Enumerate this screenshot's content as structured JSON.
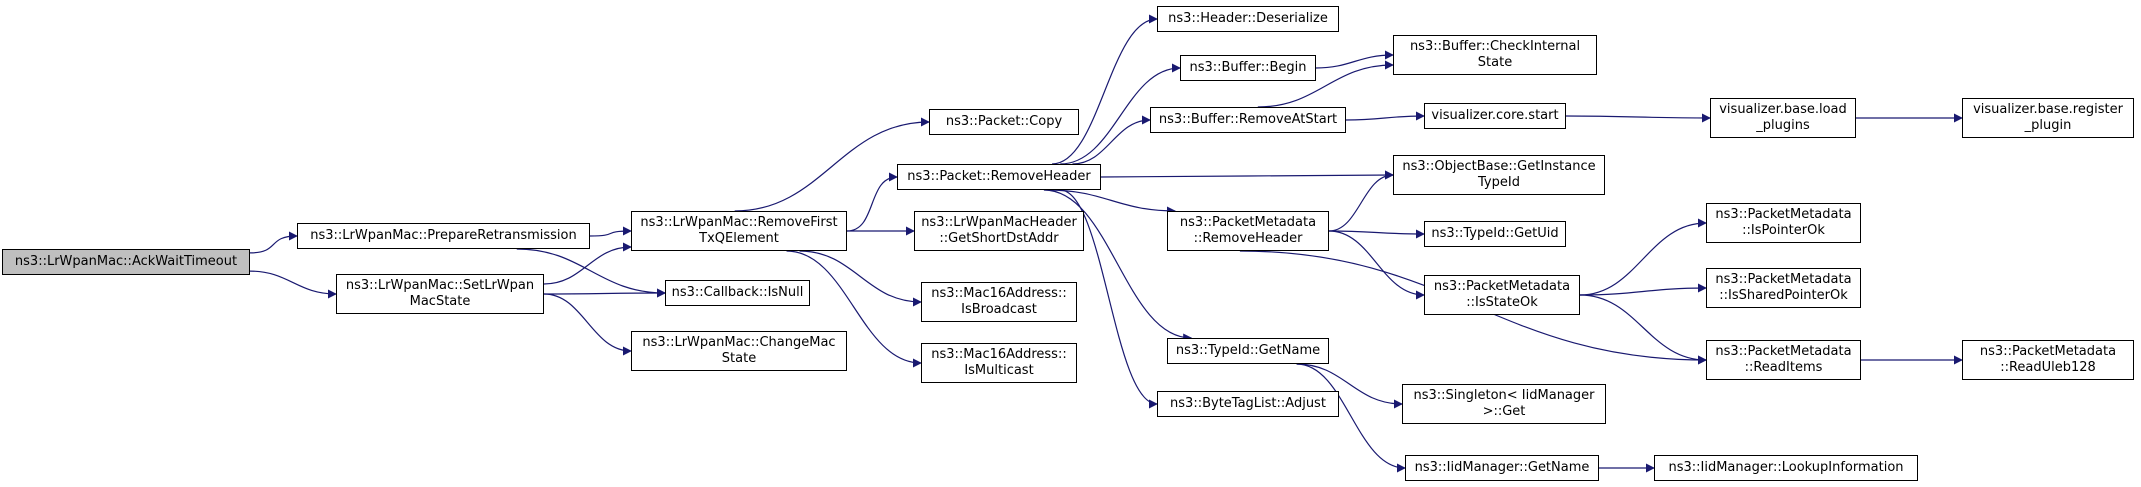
{
  "graph": {
    "edge_color": "#191970",
    "root_fill": "#bfbfbf",
    "node_fill": "#ffffff",
    "nodes": [
      {
        "id": "n0",
        "lines": [
          "ns3::LrWpanMac::AckWaitTimeout"
        ],
        "root": true
      },
      {
        "id": "n1",
        "lines": [
          "ns3::LrWpanMac::PrepareRetransmission"
        ]
      },
      {
        "id": "n2",
        "lines": [
          "ns3::LrWpanMac::SetLrWpan",
          "MacState"
        ]
      },
      {
        "id": "n3",
        "lines": [
          "ns3::LrWpanMac::RemoveFirst",
          "TxQElement"
        ]
      },
      {
        "id": "n4",
        "lines": [
          "ns3::Callback::IsNull"
        ]
      },
      {
        "id": "n5",
        "lines": [
          "ns3::LrWpanMac::ChangeMac",
          "State"
        ]
      },
      {
        "id": "n6",
        "lines": [
          "ns3::Packet::Copy"
        ]
      },
      {
        "id": "n7",
        "lines": [
          "ns3::Packet::RemoveHeader"
        ]
      },
      {
        "id": "n8",
        "lines": [
          "ns3::LrWpanMacHeader",
          "::GetShortDstAddr"
        ]
      },
      {
        "id": "n9",
        "lines": [
          "ns3::Mac16Address::",
          "IsBroadcast"
        ]
      },
      {
        "id": "n10",
        "lines": [
          "ns3::Mac16Address::",
          "IsMulticast"
        ]
      },
      {
        "id": "n11",
        "lines": [
          "ns3::Header::Deserialize"
        ]
      },
      {
        "id": "n12",
        "lines": [
          "ns3::Buffer::Begin"
        ]
      },
      {
        "id": "n13",
        "lines": [
          "ns3::Buffer::RemoveAtStart"
        ]
      },
      {
        "id": "n14",
        "lines": [
          "ns3::PacketMetadata",
          "::RemoveHeader"
        ]
      },
      {
        "id": "n15",
        "lines": [
          "ns3::TypeId::GetName"
        ]
      },
      {
        "id": "n16",
        "lines": [
          "ns3::ByteTagList::Adjust"
        ]
      },
      {
        "id": "n17",
        "lines": [
          "ns3::Buffer::CheckInternal",
          "State"
        ]
      },
      {
        "id": "n18",
        "lines": [
          "visualizer.core.start"
        ]
      },
      {
        "id": "n19",
        "lines": [
          "ns3::ObjectBase::GetInstance",
          "TypeId"
        ]
      },
      {
        "id": "n20",
        "lines": [
          "ns3::TypeId::GetUid"
        ]
      },
      {
        "id": "n21",
        "lines": [
          "ns3::PacketMetadata",
          "::IsStateOk"
        ]
      },
      {
        "id": "n22",
        "lines": [
          "ns3::Singleton< IidManager",
          " >::Get"
        ]
      },
      {
        "id": "n23",
        "lines": [
          "ns3::IidManager::GetName"
        ]
      },
      {
        "id": "n24",
        "lines": [
          "visualizer.base.load",
          "_plugins"
        ]
      },
      {
        "id": "n25",
        "lines": [
          "ns3::PacketMetadata",
          "::IsPointerOk"
        ]
      },
      {
        "id": "n26",
        "lines": [
          "ns3::PacketMetadata",
          "::IsSharedPointerOk"
        ]
      },
      {
        "id": "n27",
        "lines": [
          "ns3::PacketMetadata",
          "::ReadItems"
        ]
      },
      {
        "id": "n28",
        "lines": [
          "ns3::IidManager::LookupInformation"
        ]
      },
      {
        "id": "n29",
        "lines": [
          "visualizer.base.register",
          "_plugin"
        ]
      },
      {
        "id": "n30",
        "lines": [
          "ns3::PacketMetadata",
          "::ReadUleb128"
        ]
      }
    ],
    "edges": [
      [
        "n0",
        "n1"
      ],
      [
        "n0",
        "n2"
      ],
      [
        "n1",
        "n3"
      ],
      [
        "n1",
        "n4"
      ],
      [
        "n2",
        "n3"
      ],
      [
        "n2",
        "n4"
      ],
      [
        "n2",
        "n5"
      ],
      [
        "n3",
        "n6"
      ],
      [
        "n3",
        "n7"
      ],
      [
        "n3",
        "n8"
      ],
      [
        "n3",
        "n9"
      ],
      [
        "n3",
        "n10"
      ],
      [
        "n7",
        "n11"
      ],
      [
        "n7",
        "n12"
      ],
      [
        "n7",
        "n13"
      ],
      [
        "n7",
        "n19"
      ],
      [
        "n7",
        "n14"
      ],
      [
        "n7",
        "n15"
      ],
      [
        "n7",
        "n16"
      ],
      [
        "n12",
        "n17"
      ],
      [
        "n13",
        "n17"
      ],
      [
        "n13",
        "n18"
      ],
      [
        "n18",
        "n24"
      ],
      [
        "n24",
        "n29"
      ],
      [
        "n14",
        "n19"
      ],
      [
        "n14",
        "n20"
      ],
      [
        "n14",
        "n21"
      ],
      [
        "n14",
        "n27"
      ],
      [
        "n21",
        "n25"
      ],
      [
        "n21",
        "n26"
      ],
      [
        "n21",
        "n27"
      ],
      [
        "n27",
        "n30"
      ],
      [
        "n15",
        "n22"
      ],
      [
        "n15",
        "n23"
      ],
      [
        "n23",
        "n28"
      ]
    ]
  }
}
